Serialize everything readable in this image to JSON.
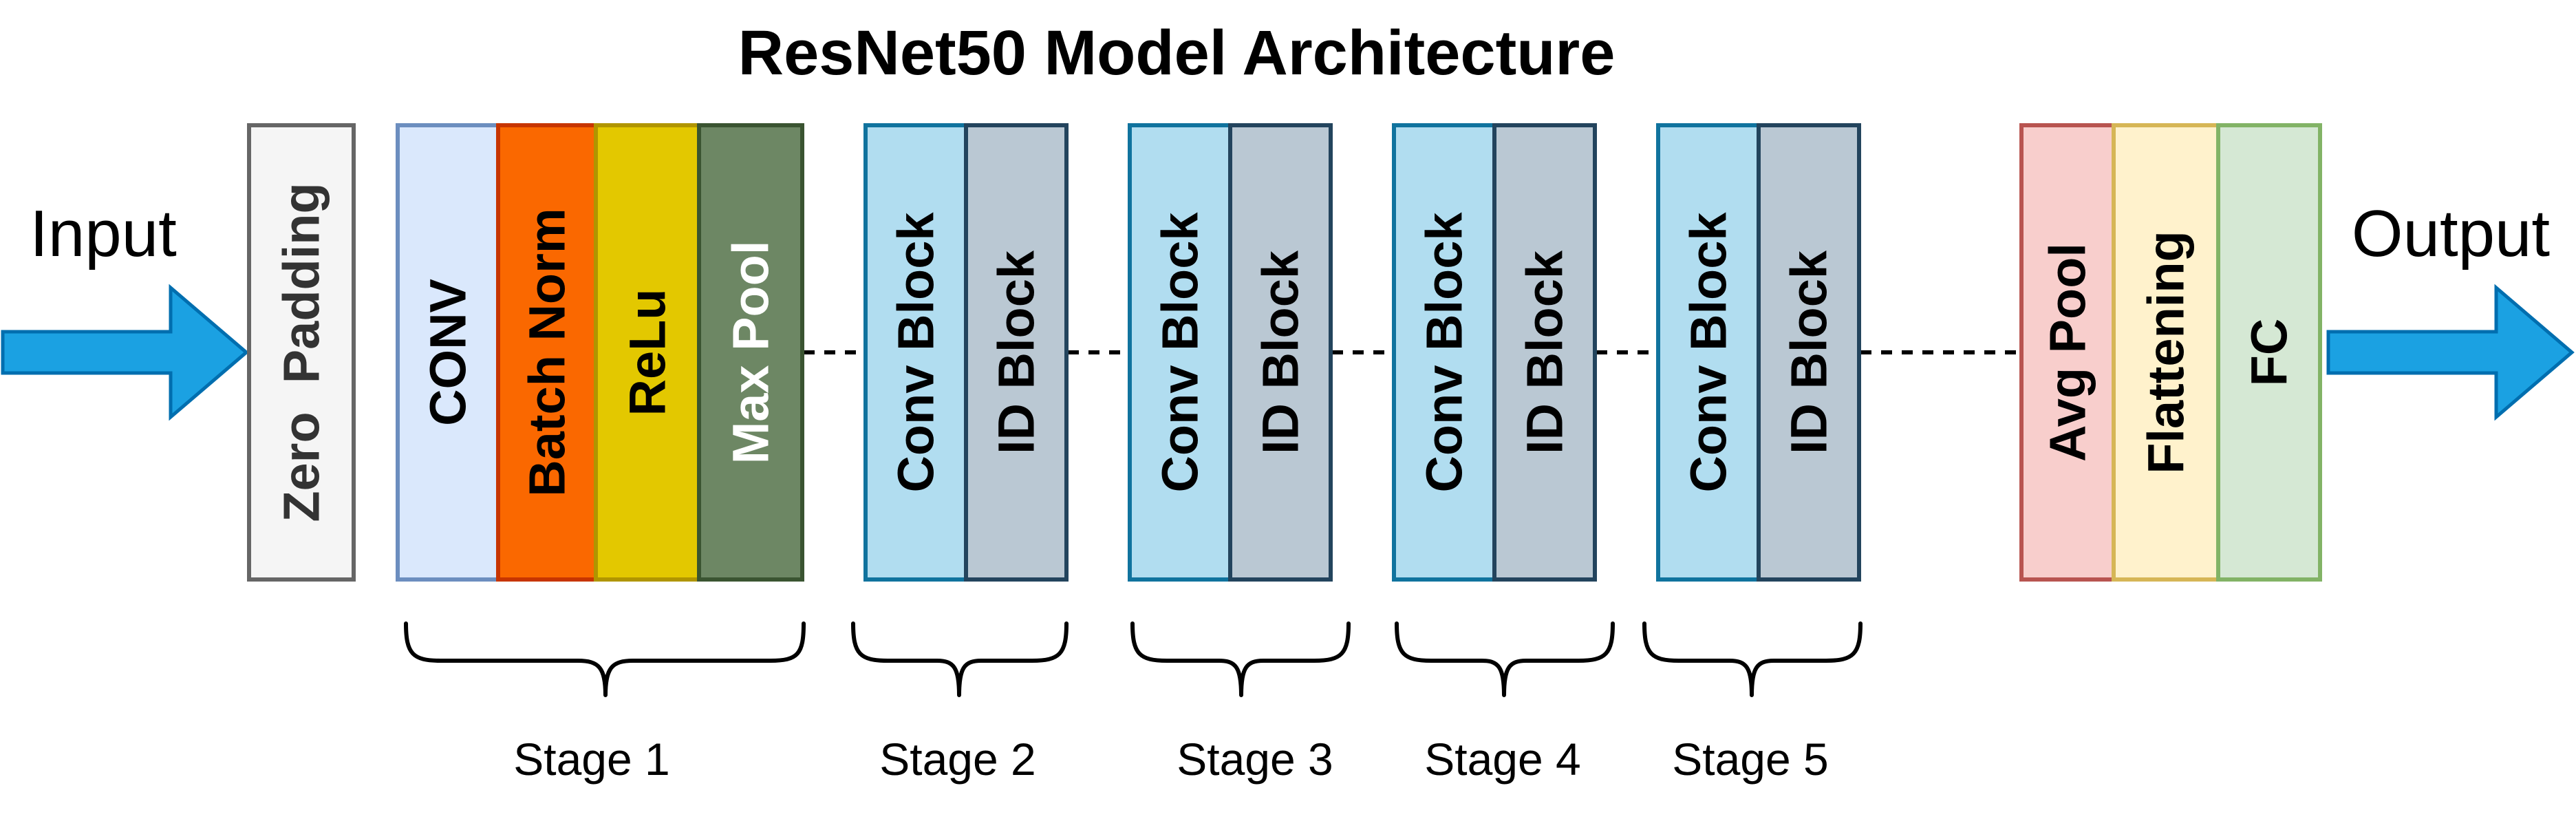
{
  "title": "ResNet50 Model Architecture",
  "input_label": "Input",
  "output_label": "Output",
  "blocks": [
    {
      "label": "Zero  Padding",
      "fill": "#f5f5f5",
      "stroke": "#666666",
      "text_color": "#333333"
    },
    {
      "label": "CONV",
      "fill": "#dae8fc",
      "stroke": "#6c8ebf",
      "text_color": "#000000"
    },
    {
      "label": "Batch Norm",
      "fill": "#fa6800",
      "stroke": "#c73500",
      "text_color": "#000000"
    },
    {
      "label": "ReLu",
      "fill": "#e3c800",
      "stroke": "#b09500",
      "text_color": "#000000"
    },
    {
      "label": "Max Pool",
      "fill": "#6d8764",
      "stroke": "#3a5431",
      "text_color": "#ffffff"
    },
    {
      "label": "Conv Block",
      "fill": "#b1ddf0",
      "stroke": "#10739e",
      "text_color": "#000000"
    },
    {
      "label": "ID Block",
      "fill": "#bac8d3",
      "stroke": "#23445d",
      "text_color": "#000000"
    },
    {
      "label": "Conv Block",
      "fill": "#b1ddf0",
      "stroke": "#10739e",
      "text_color": "#000000"
    },
    {
      "label": "ID Block",
      "fill": "#bac8d3",
      "stroke": "#23445d",
      "text_color": "#000000"
    },
    {
      "label": "Conv Block",
      "fill": "#b1ddf0",
      "stroke": "#10739e",
      "text_color": "#000000"
    },
    {
      "label": "ID Block",
      "fill": "#bac8d3",
      "stroke": "#23445d",
      "text_color": "#000000"
    },
    {
      "label": "Conv Block",
      "fill": "#b1ddf0",
      "stroke": "#10739e",
      "text_color": "#000000"
    },
    {
      "label": "ID Block",
      "fill": "#bac8d3",
      "stroke": "#23445d",
      "text_color": "#000000"
    },
    {
      "label": "Avg Pool",
      "fill": "#f8cecc",
      "stroke": "#b85450",
      "text_color": "#000000"
    },
    {
      "label": "Flattening",
      "fill": "#fff2cc",
      "stroke": "#d6b656",
      "text_color": "#000000"
    },
    {
      "label": "FC",
      "fill": "#d5e8d4",
      "stroke": "#82b366",
      "text_color": "#000000"
    }
  ],
  "stages": [
    {
      "label": "Stage 1"
    },
    {
      "label": "Stage 2"
    },
    {
      "label": "Stage 3"
    },
    {
      "label": "Stage 4"
    },
    {
      "label": "Stage 5"
    }
  ],
  "colors": {
    "arrow_fill": "#1ba1e2",
    "arrow_stroke": "#006eaf"
  }
}
